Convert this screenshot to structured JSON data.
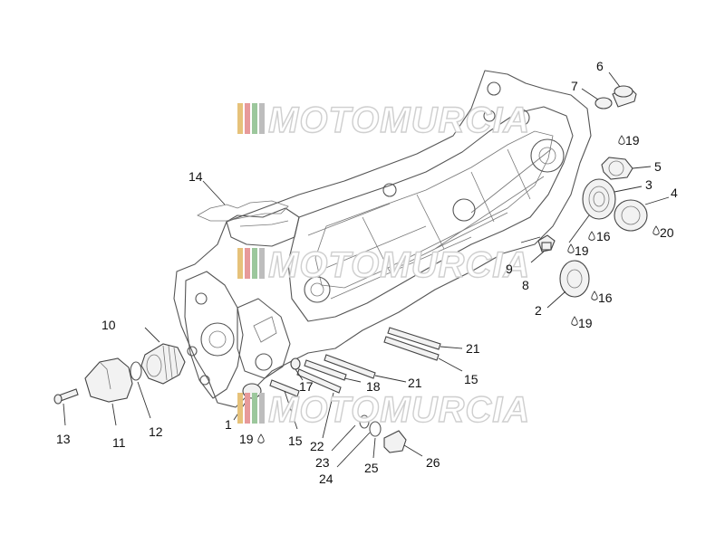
{
  "watermark": {
    "text": "MOTOMURCIA",
    "colors": [
      "#e6c27a",
      "#e79a9a",
      "#9cc79c",
      "#bdbdbd"
    ]
  },
  "callouts": {
    "c1": "1",
    "c2": "2",
    "c3": "3",
    "c4": "4",
    "c5": "5",
    "c6": "6",
    "c7": "7",
    "c8": "8",
    "c9": "9",
    "c10": "10",
    "c11": "11",
    "c12": "12",
    "c13": "13",
    "c14": "14",
    "c15a": "15",
    "c15b": "15",
    "c16a": "16",
    "c16b": "16",
    "c17": "17",
    "c18": "18",
    "c19a": "19",
    "c19b": "19",
    "c19c": "19",
    "c19d": "19",
    "c20": "20",
    "c21a": "21",
    "c21b": "21",
    "c22": "22",
    "c23": "23",
    "c24": "24",
    "c25": "25",
    "c26": "26"
  }
}
